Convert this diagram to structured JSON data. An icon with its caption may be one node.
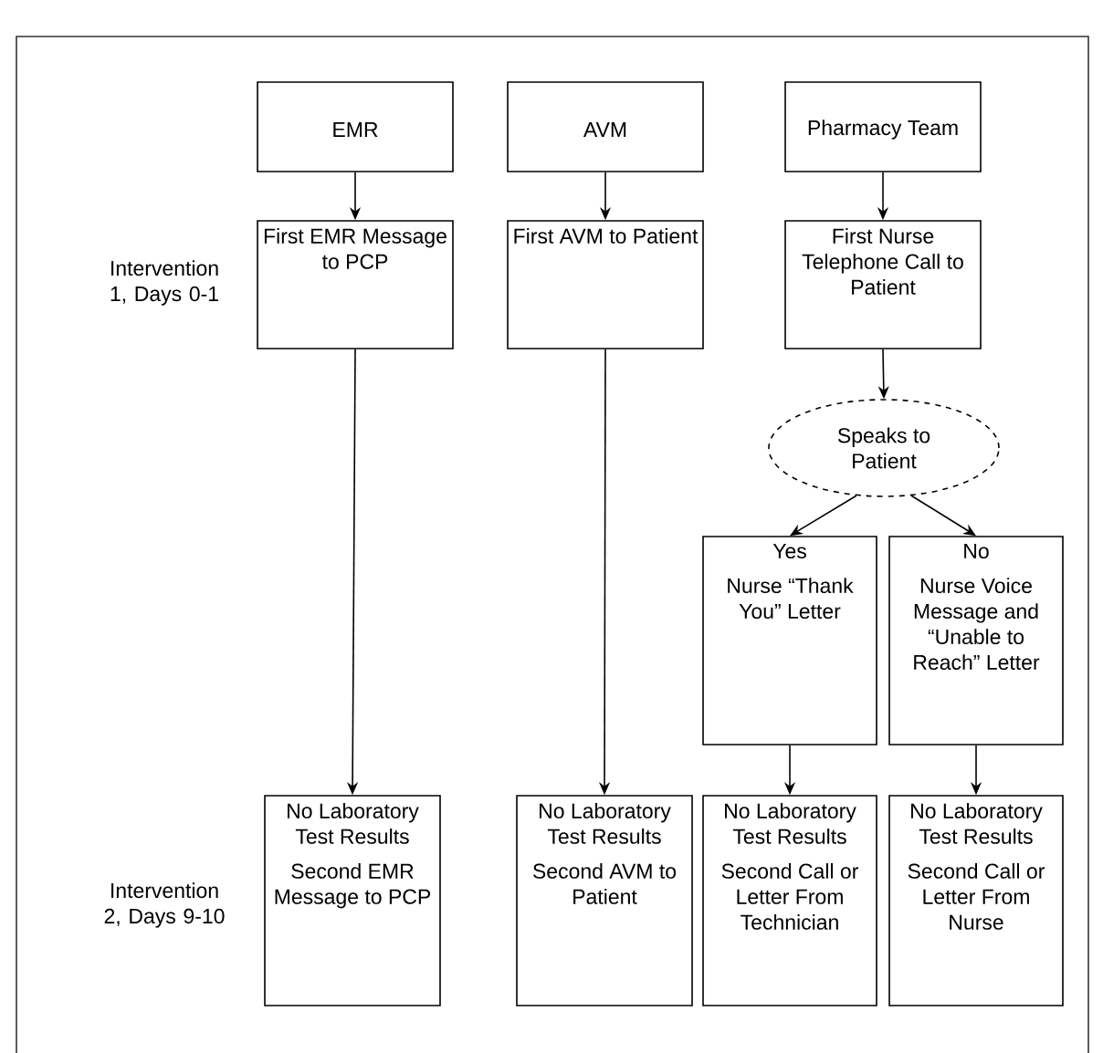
{
  "diagram": {
    "nodes": [
      {
        "text": [
          "EMR"
        ]
      },
      {
        "text": [
          "AVM"
        ]
      },
      {
        "text": [
          "Pharmacy Team"
        ]
      },
      {
        "text": [
          "First EMR Message to PCP"
        ]
      },
      {
        "text": [
          "First AVM to Patient"
        ]
      },
      {
        "text": [
          "First Nurse Telephone Call to Patient"
        ]
      },
      {
        "text": [
          "Speaks to Patient"
        ]
      },
      {
        "text": [
          "Yes",
          "Nurse “Thank You” Letter"
        ]
      },
      {
        "text": [
          "No",
          "Nurse Voice Message and “Unable to Reach” Letter"
        ]
      },
      {
        "text": [
          "No Laboratory Test Results",
          "Second EMR Message to PCP"
        ]
      },
      {
        "text": [
          "No Laboratory Test Results",
          "Second AVM to Patient"
        ]
      },
      {
        "text": [
          "No Laboratory Test Results",
          "Second Call or Letter From Technician"
        ]
      },
      {
        "text": [
          "No Laboratory Test Results",
          "Second Call or Letter From Nurse"
        ]
      }
    ],
    "edges": [
      {
        "from": 0,
        "to": 3,
        "arrow": "to"
      },
      {
        "from": 1,
        "to": 4,
        "arrow": "to"
      },
      {
        "from": 2,
        "to": 5,
        "arrow": "to"
      },
      {
        "from": 5,
        "to": 6,
        "arrow": "to"
      },
      {
        "from": 6,
        "to": 7,
        "arrow": "to"
      },
      {
        "from": 6,
        "to": 8,
        "arrow": "to"
      },
      {
        "from": 3,
        "to": 9,
        "arrow": "to"
      },
      {
        "from": 4,
        "to": 10,
        "arrow": "to"
      },
      {
        "from": 7,
        "to": 11,
        "arrow": "to"
      },
      {
        "from": 8,
        "to": 12,
        "arrow": "to"
      }
    ],
    "labels": [
      "Intervention 1, Days 0-1",
      "Intervention 2, Days 9-10"
    ]
  }
}
